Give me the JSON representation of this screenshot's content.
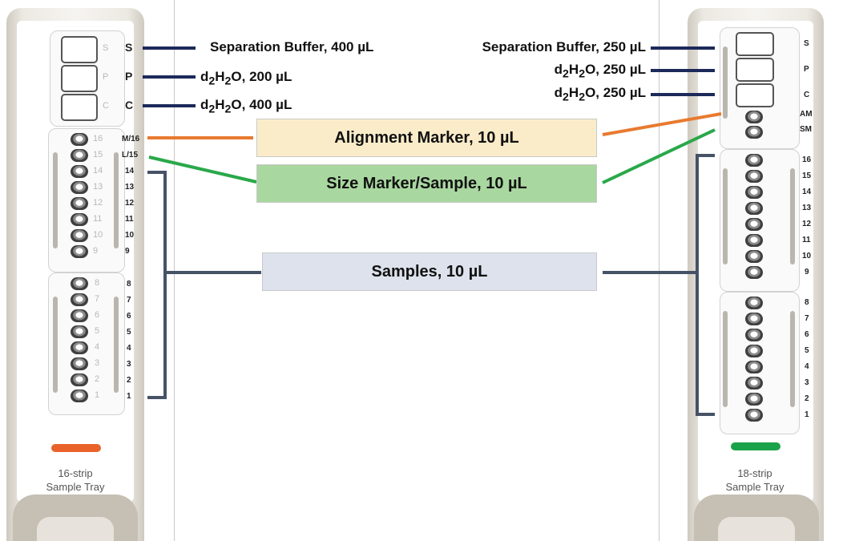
{
  "colors": {
    "navy": "#1c2a5a",
    "orange": "#e87a2f",
    "green": "#2aa84a",
    "slate": "#465266",
    "alignment_box": "#fbecc9",
    "size_marker_box": "#a9d7a0",
    "samples_box": "#dde2ec"
  },
  "left_tray": {
    "caption_line1": "16-strip",
    "caption_line2": "Sample Tray",
    "strip_color": "#e8622a",
    "top_wells": [
      {
        "ghost": "S",
        "label": "S"
      },
      {
        "ghost": "P",
        "label": "P"
      },
      {
        "ghost": "C",
        "label": "C"
      }
    ],
    "upper_numbers": [
      "16",
      "15",
      "14",
      "13",
      "12",
      "11",
      "10",
      "9"
    ],
    "upper_labels": [
      "M/16",
      "L/15",
      "14",
      "13",
      "12",
      "11",
      "10",
      "9"
    ],
    "lower_numbers": [
      "8",
      "7",
      "6",
      "5",
      "4",
      "3",
      "2",
      "1"
    ],
    "lower_labels": [
      "8",
      "7",
      "6",
      "5",
      "4",
      "3",
      "2",
      "1"
    ]
  },
  "right_tray": {
    "caption_line1": "18-strip",
    "caption_line2": "Sample Tray",
    "strip_color": "#1aa24a",
    "top_labels": [
      "S",
      "P",
      "C"
    ],
    "marker_labels": [
      "AM",
      "SM"
    ],
    "upper_labels": [
      "16",
      "15",
      "14",
      "13",
      "12",
      "11",
      "10",
      "9"
    ],
    "lower_labels": [
      "8",
      "7",
      "6",
      "5",
      "4",
      "3",
      "2",
      "1"
    ]
  },
  "annotations": {
    "left": {
      "separation": "Separation Buffer, 400 µL",
      "water_p_prefix": "d",
      "water_p_sub1": "2",
      "water_p_mid": "H",
      "water_p_sub2": "2",
      "water_p_suffix": "O, 200 µL",
      "water_c_prefix": "d",
      "water_c_sub1": "2",
      "water_c_mid": "H",
      "water_c_sub2": "2",
      "water_c_suffix": "O, 400 µL"
    },
    "right": {
      "separation": "Separation Buffer, 250 µL",
      "water_p_prefix": "d",
      "water_p_sub1": "2",
      "water_p_mid": "H",
      "water_p_sub2": "2",
      "water_p_suffix": "O, 250 µL",
      "water_c_prefix": "d",
      "water_c_sub1": "2",
      "water_c_mid": "H",
      "water_c_sub2": "2",
      "water_c_suffix": "O, 250 µL"
    }
  },
  "boxes": {
    "alignment": "Alignment Marker, 10 µL",
    "size_marker": "Size Marker/Sample, 10 µL",
    "samples": "Samples, 10 µL"
  }
}
